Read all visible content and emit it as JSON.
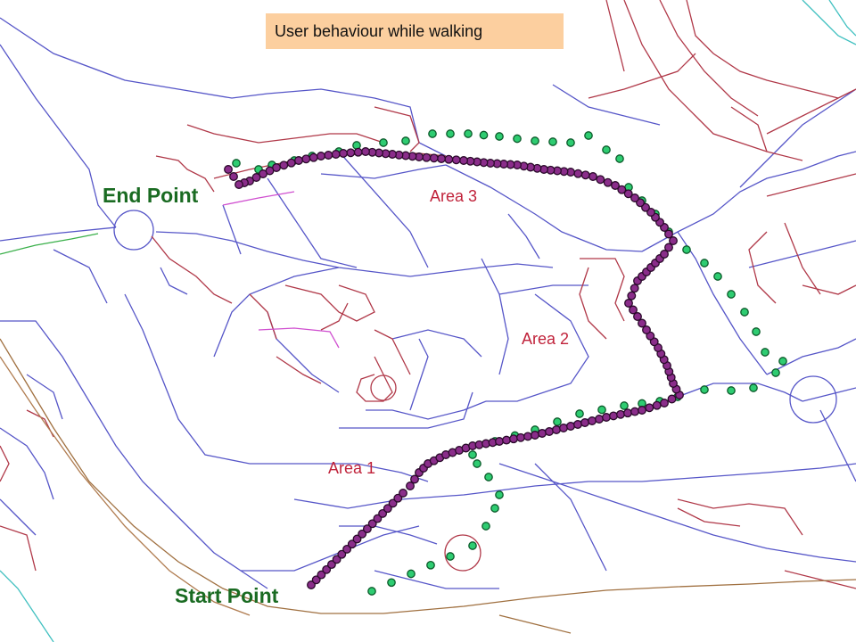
{
  "title": "User behaviour while walking",
  "labels": {
    "end_point": "End Point",
    "start_point": "Start Point",
    "area_1": "Area 1",
    "area_2": "Area 2",
    "area_3": "Area 3"
  },
  "colors": {
    "road_blue": "#5656c8",
    "path_red": "#b03848",
    "track_purple": "#8a2d8a",
    "track_green": "#2ecc71",
    "title_bg": "#fccf9f",
    "point_label": "#1a6b22",
    "area_label": "#c0223a"
  }
}
